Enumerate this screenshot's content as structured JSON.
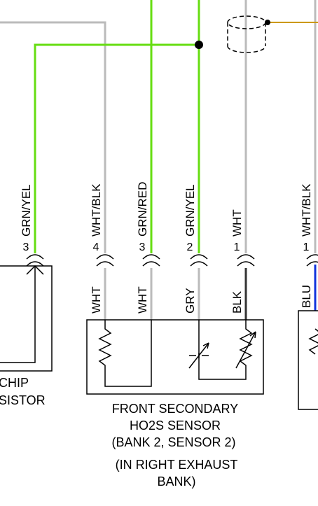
{
  "colors": {
    "green_wire": "#66dd11",
    "gray_wire": "#bbbbbb",
    "dark_wire": "#333333",
    "blue_wire": "#1133dd",
    "gold_wire": "#cc9900"
  },
  "left_component": {
    "caption_line1": "CHIP",
    "caption_line2": "SISTOR",
    "pin": "3",
    "wire_label": "GRN/YEL"
  },
  "sensor": {
    "caption_line1": "FRONT SECONDARY",
    "caption_line2": "HO2S SENSOR",
    "caption_line3": "(BANK 2, SENSOR 2)",
    "caption_line4": "(IN RIGHT EXHAUST",
    "caption_line5": "BANK)",
    "pins": [
      {
        "pin": "4",
        "wire_above": "WHT/BLK",
        "wire_below": "WHT"
      },
      {
        "pin": "3",
        "wire_above": "GRN/RED",
        "wire_below": "WHT"
      },
      {
        "pin": "2",
        "wire_above": "GRN/YEL",
        "wire_below": "GRY"
      },
      {
        "pin": "1",
        "wire_above": "WHT",
        "wire_below": "BLK"
      }
    ]
  },
  "right_component": {
    "pin": "1",
    "wire_above": "WHT/BLK",
    "wire_below": "BLU"
  }
}
